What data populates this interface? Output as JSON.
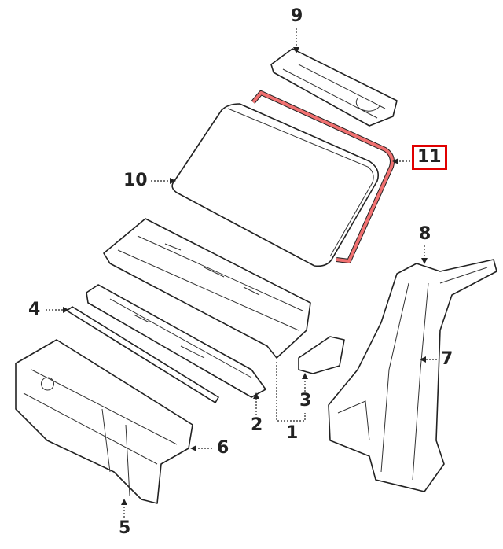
{
  "diagram": {
    "highlight_color": "#e00000",
    "seal_color": "#f07070",
    "callouts": [
      {
        "id": "9",
        "text": "9",
        "part": "cowl-top-panel"
      },
      {
        "id": "10",
        "text": "10",
        "part": "windshield-glass"
      },
      {
        "id": "11",
        "text": "11",
        "part": "windshield-weatherstrip",
        "highlighted": true
      },
      {
        "id": "8",
        "text": "8",
        "part": "a-pillar-upper"
      },
      {
        "id": "4",
        "text": "4",
        "part": "cowl-reinforcement-bar"
      },
      {
        "id": "7",
        "text": "7",
        "part": "a-pillar-assembly"
      },
      {
        "id": "3",
        "text": "3",
        "part": "bracket"
      },
      {
        "id": "2",
        "text": "2",
        "part": "cowl-lower-panel"
      },
      {
        "id": "1",
        "text": "1",
        "part": "cowl-upper-panel"
      },
      {
        "id": "6",
        "text": "6",
        "part": "dash-panel"
      },
      {
        "id": "5",
        "text": "5",
        "part": "dash-panel-lower"
      }
    ]
  }
}
